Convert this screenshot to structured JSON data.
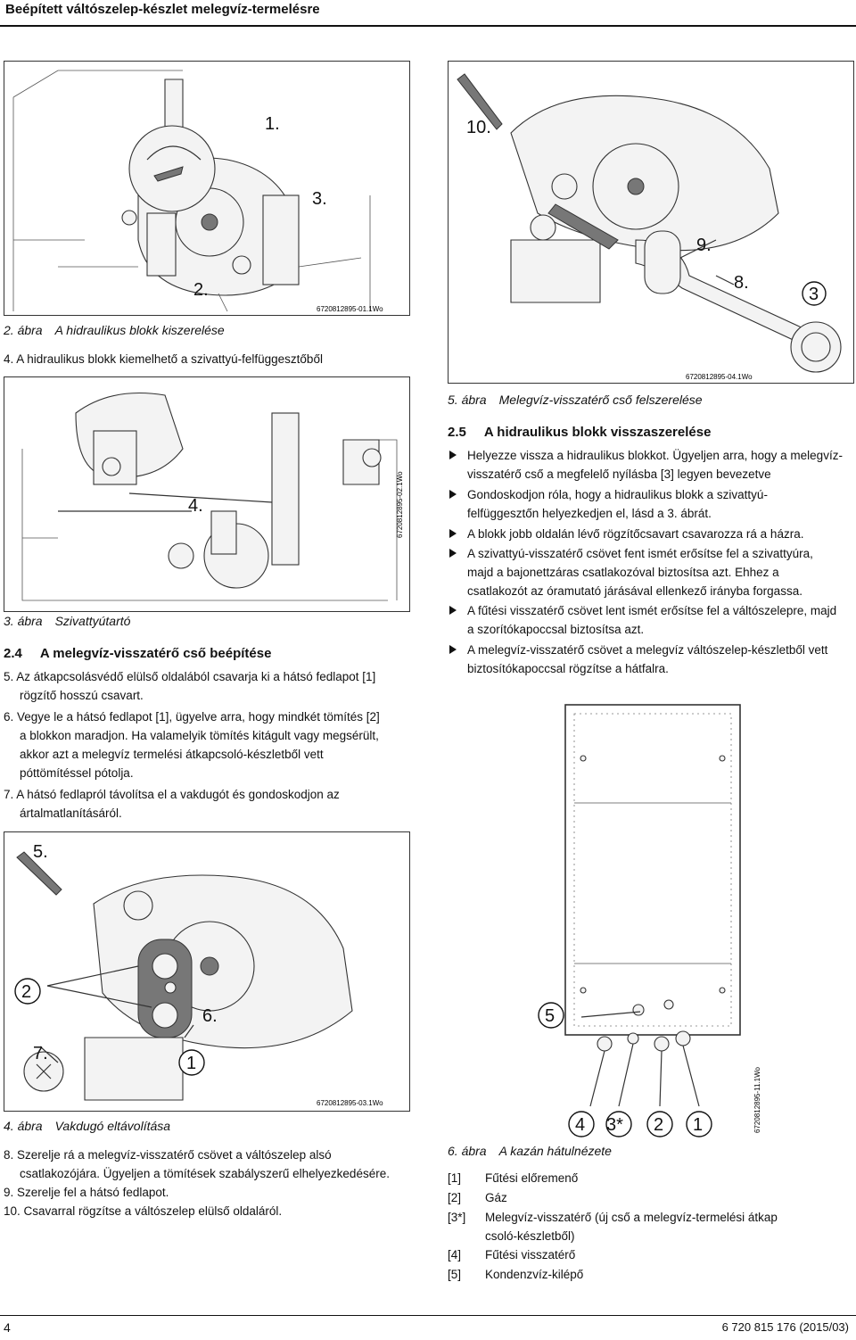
{
  "header": {
    "title": "Beépített váltószelep-készlet melegvíz-termelésre"
  },
  "figures": {
    "fig2": {
      "caption_num": "2. ábra",
      "caption_text": "A hidraulikus blokk kiszerelése",
      "ref": "6720812895-01.1Wo",
      "callouts": [
        "1.",
        "3.",
        "2."
      ]
    },
    "fig3": {
      "caption_num": "3. ábra",
      "caption_text": "Szivattyútartó",
      "ref": "6720812895-02.1Wo",
      "callouts": [
        "4."
      ]
    },
    "fig4": {
      "caption_num": "4. ábra",
      "caption_text": "Vakdugó eltávolítása",
      "ref": "6720812895-03.1Wo",
      "callouts": [
        "5.",
        "2",
        "6.",
        "7.",
        "1"
      ]
    },
    "fig5": {
      "caption_num": "5. ábra",
      "caption_text": "Melegvíz-visszatérő cső felszerelése",
      "ref": "6720812895-04.1Wo",
      "callouts": [
        "10.",
        "9.",
        "8.",
        "3"
      ]
    },
    "fig6": {
      "caption_num": "6. ábra",
      "caption_text": "A kazán hátulnézete",
      "ref": "6720812895-11.1Wo",
      "callouts": [
        "5",
        "4",
        "3*",
        "2",
        "1"
      ]
    }
  },
  "left": {
    "step4": "4. A hidraulikus blokk kiemelhető a szivattyú-felfüggesztőből",
    "section24": {
      "num": "2.4",
      "title": "A melegvíz-visszatérő cső beépítése"
    },
    "steps_a": [
      {
        "line1": "5. Az átkapcsolásvédő elülső oldalából csavarja ki a hátsó fedlapot [1]",
        "line2": "rögzítő hosszú csavart."
      },
      {
        "line1": "6. Vegye le a hátsó fedlapot [1], ügyelve arra, hogy mindkét tömítés [2]",
        "line2": "a blokkon maradjon. Ha valamelyik tömítés kitágult vagy megsérült,",
        "line3": "akkor azt a melegvíz termelési átkapcsoló-készletből vett",
        "line4": "póttömítéssel pótolja."
      },
      {
        "line1": "7. A hátsó fedlapról távolítsa el a vakdugót és gondoskodjon az",
        "line2": "ártalmatlanításáról."
      }
    ],
    "steps_b": [
      {
        "line1": "8. Szerelje rá a melegvíz-visszatérő csövet a váltószelep alsó",
        "line2": "csatlakozójára. Ügyeljen a tömítések szabályszerű elhelyezkedésére."
      },
      {
        "line1": "9. Szerelje fel a hátsó fedlapot."
      },
      {
        "line1": "10. Csavarral rögzítse a váltószelep elülső oldaláról."
      }
    ]
  },
  "right": {
    "section25": {
      "num": "2.5",
      "title": "A hidraulikus blokk visszaszerelése"
    },
    "bullets": [
      {
        "l1": "Helyezze vissza a hidraulikus blokkot. Ügyeljen arra, hogy a melegvíz-",
        "l2": "visszatérő cső a megfelelő nyílásba [3] legyen bevezetve"
      },
      {
        "l1": "Gondoskodjon róla, hogy a hidraulikus blokk a szivattyú-",
        "l2": "felfüggesztőn helyezkedjen el, lásd a 3. ábrát."
      },
      {
        "l1": "A blokk jobb oldalán lévő rögzítőcsavart csavarozza rá a házra."
      },
      {
        "l1": "A szivattyú-visszatérő csövet fent ismét erősítse fel a szivattyúra,",
        "l2": "majd a bajonettzáras csatlakozóval biztosítsa azt. Ehhez a",
        "l3": "csatlakozót az óramutató járásával ellenkező irányba forgassa."
      },
      {
        "l1": "A fűtési visszatérő csövet lent ismét erősítse fel a váltószelepre, majd",
        "l2": "a szorítókapoccsal biztosítsa azt."
      },
      {
        "l1": "A melegvíz-visszatérő csövet a melegvíz váltószelep-készletből vett",
        "l2": "biztosítókapoccsal rögzítse a hátfalra."
      }
    ],
    "legend": [
      {
        "key": "[1]",
        "text": "Fűtési előremenő"
      },
      {
        "key": "[2]",
        "text": "Gáz"
      },
      {
        "key": "[3*]",
        "text": "Melegvíz-visszatérő (új cső a melegvíz-termelési átkap",
        "text2": "csoló-készletből)"
      },
      {
        "key": "[4]",
        "text": "Fűtési visszatérő"
      },
      {
        "key": "[5]",
        "text": "Kondenzvíz-kilépő"
      }
    ]
  },
  "footer": {
    "page": "4",
    "doc": "6 720 815 176 (2015/03)"
  }
}
